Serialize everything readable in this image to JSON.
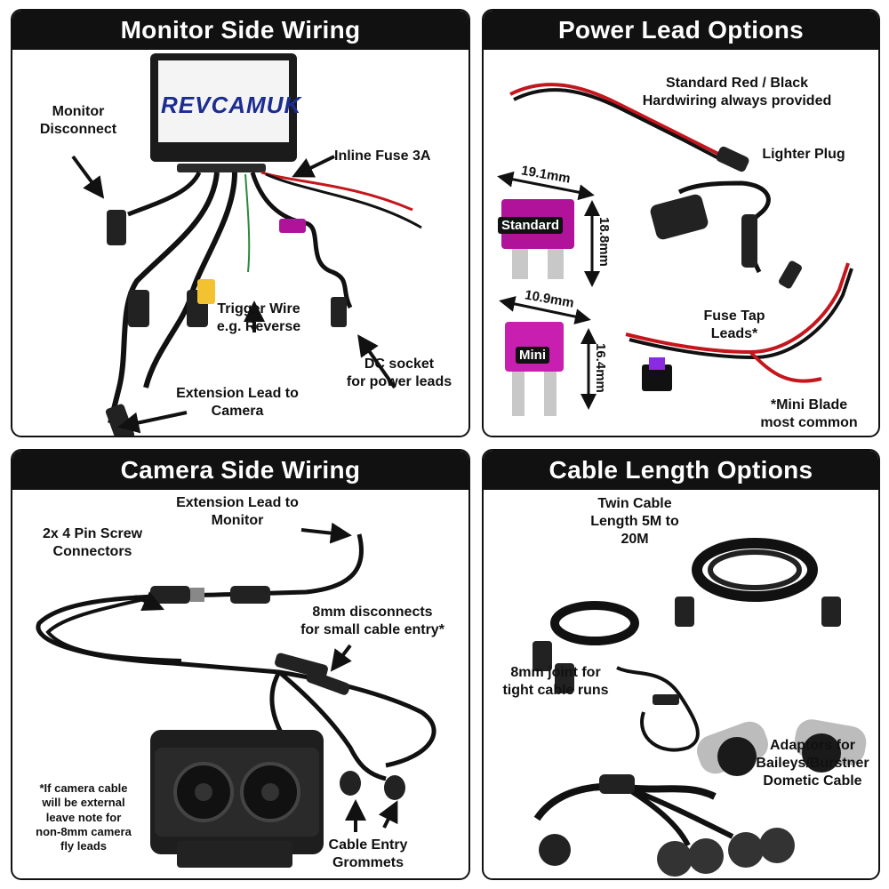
{
  "panels": {
    "monitor": {
      "title": "Monitor Side Wiring",
      "brand": "REVCAMUK",
      "labels": {
        "monitor_disconnect": "Monitor\nDisconnect",
        "inline_fuse": "Inline Fuse 3A",
        "trigger_wire": "Trigger Wire\ne.g. Reverse",
        "dc_socket": "DC socket\nfor power leads",
        "extension_lead": "Extension Lead to\nCamera"
      }
    },
    "power": {
      "title": "Power Lead Options",
      "labels": {
        "standard_red_black": "Standard Red / Black\nHardwiring always provided",
        "lighter_plug": "Lighter Plug",
        "fuse_tap": "Fuse Tap\nLeads*",
        "mini_blade": "*Mini Blade\nmost common"
      },
      "fuses": {
        "standard": {
          "name": "Standard",
          "width": "19.1mm",
          "height": "18.8mm"
        },
        "mini": {
          "name": "Mini",
          "width": "10.9mm",
          "height": "16.4mm"
        }
      }
    },
    "camera": {
      "title": "Camera Side Wiring",
      "labels": {
        "extension_lead": "Extension Lead to\nMonitor",
        "screw_connectors": "2x 4 Pin Screw\nConnectors",
        "disconnects": "8mm disconnects\nfor small cable entry*",
        "external_note": "*If camera cable\nwill be external\nleave note for\nnon-8mm camera\nfly leads",
        "grommets": "Cable Entry\nGrommets"
      }
    },
    "cable": {
      "title": "Cable Length Options",
      "labels": {
        "twin_cable": "Twin Cable\nLength 5M to\n20M",
        "joint": "8mm joint for\ntight cable runs",
        "adaptors": "Adaptors for\nBaileys/Burstner\nDometic Cable"
      }
    }
  },
  "colors": {
    "header_bg": "#111111",
    "fuse_standard": "#b0139a",
    "fuse_mini": "#c81fb0",
    "cable_red": "#c4161c",
    "cable_black": "#1a1a1a",
    "brand_blue": "#1c2d8f",
    "brand_cyan": "#19a7d8"
  }
}
